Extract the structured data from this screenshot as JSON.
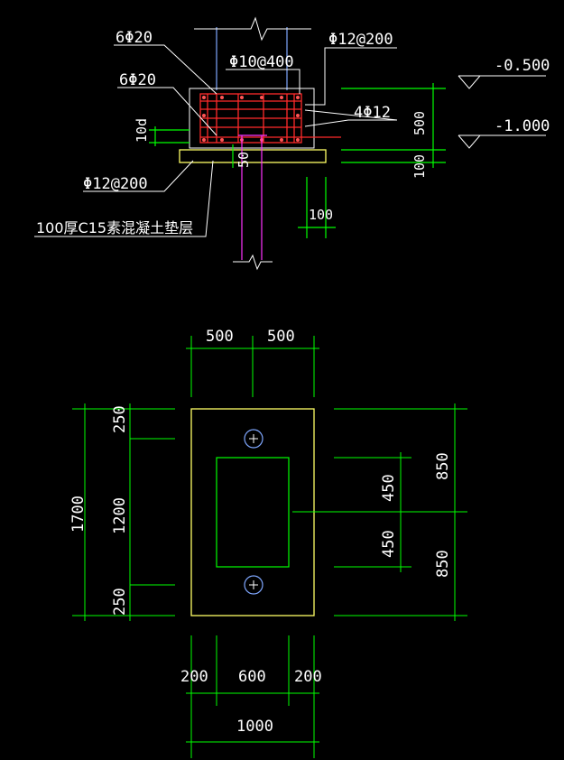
{
  "section": {
    "rebar_top": "6Φ20",
    "rebar_bottom": "6Φ20",
    "stirrup_main": "Φ10@400",
    "stirrup_right": "Φ12@200",
    "stirrup_left_bottom": "Φ12@200",
    "side_bars": "4Φ12",
    "cover": "10d",
    "pad_layer": "100厚C15素混凝土垫层",
    "dim_50": "50",
    "dim_100_below": "100",
    "dim_500": "500",
    "dim_100_right": "100",
    "elev_top": "-0.500",
    "elev_bottom": "-1.000"
  },
  "plan": {
    "top_left": "500",
    "top_right": "500",
    "left_total": "1700",
    "left_top": "250",
    "left_mid": "1200",
    "left_bottom": "250",
    "right_mid_top": "450",
    "right_mid_bottom": "450",
    "right_top": "850",
    "right_bottom": "850",
    "bottom_left": "200",
    "bottom_mid": "600",
    "bottom_right": "200",
    "bottom_total": "1000"
  },
  "colors": {
    "background": "#000000",
    "dimension": "#00ff00",
    "outline": "#ffff66",
    "rebar": "#ff2a2a",
    "column": "#ff33ff",
    "text": "#ffffff"
  }
}
